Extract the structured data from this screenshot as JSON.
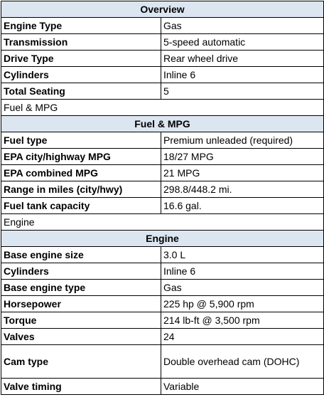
{
  "sections": [
    {
      "title": "Overview",
      "rows": [
        {
          "label": "Engine Type",
          "value": "Gas"
        },
        {
          "label": "Transmission",
          "value": "5-speed automatic"
        },
        {
          "label": "Drive Type",
          "value": "Rear wheel drive"
        },
        {
          "label": "Cylinders",
          "value": "Inline 6"
        },
        {
          "label": "Total Seating",
          "value": "5"
        }
      ],
      "trailing_text": "Fuel & MPG"
    },
    {
      "title": "Fuel & MPG",
      "rows": [
        {
          "label": "Fuel type",
          "value": "Premium unleaded (required)"
        },
        {
          "label": "EPA city/highway MPG",
          "value": "18/27 MPG"
        },
        {
          "label": "EPA combined MPG",
          "value": "21 MPG"
        },
        {
          "label": "Range in miles (city/hwy)",
          "value": "298.8/448.2 mi."
        },
        {
          "label": "Fuel tank capacity",
          "value": "16.6 gal."
        }
      ],
      "trailing_text": "Engine"
    },
    {
      "title": "Engine",
      "rows": [
        {
          "label": "Base engine size",
          "value": "3.0 L"
        },
        {
          "label": "Cylinders",
          "value": "Inline 6"
        },
        {
          "label": "Base engine type",
          "value": "Gas"
        },
        {
          "label": "Horsepower",
          "value": "225 hp @ 5,900 rpm"
        },
        {
          "label": "Torque",
          "value": "214 lb-ft @ 3,500 rpm"
        },
        {
          "label": "Valves",
          "value": "24"
        },
        {
          "label": "Cam type",
          "value": "Double overhead cam (DOHC)"
        },
        {
          "label": "Valve timing",
          "value": "Variable"
        }
      ]
    }
  ]
}
